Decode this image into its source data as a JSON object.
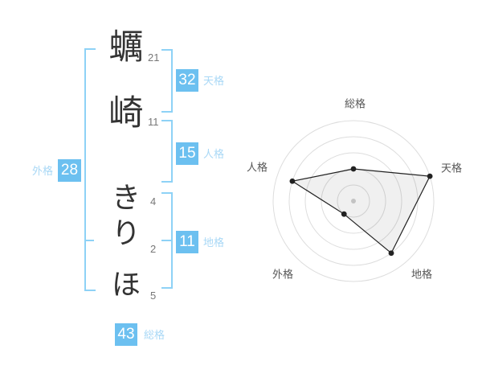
{
  "name_panel": {
    "characters": [
      {
        "char": "蠣",
        "strokes": "21"
      },
      {
        "char": "崎",
        "strokes": "11"
      },
      {
        "char": "き",
        "strokes": "4"
      },
      {
        "char": "り",
        "strokes": "2"
      },
      {
        "char": "ほ",
        "strokes": "5"
      }
    ],
    "groups": {
      "tenkaku": {
        "label": "天格",
        "value": "32"
      },
      "jinkaku": {
        "label": "人格",
        "value": "15"
      },
      "chikaku": {
        "label": "地格",
        "value": "11"
      },
      "gaikaku": {
        "label": "外格",
        "value": "28"
      },
      "soukaku": {
        "label": "総格",
        "value": "43"
      }
    }
  },
  "colors": {
    "value_box": "#6cc0f0",
    "bracket": "#8ed2f6",
    "label_light": "#a9d8f6",
    "character_ink": "#333333",
    "stroke_number": "#777777",
    "radar_ring": "#dddddd",
    "radar_label": "#555555",
    "radar_dot": "#222222",
    "radar_center_dot": "#c3c3c3",
    "radar_fill": "rgba(0,0,0,0.06)"
  },
  "chart_data": {
    "type": "radar",
    "title": "",
    "axes": [
      "総格",
      "天格",
      "地格",
      "外格",
      "人格"
    ],
    "values": [
      2,
      5,
      4,
      1,
      4
    ],
    "max": 5,
    "rings": 5,
    "start_angle_deg": -90,
    "direction": "clockwise",
    "grid": "concentric-circles",
    "legend": false
  }
}
